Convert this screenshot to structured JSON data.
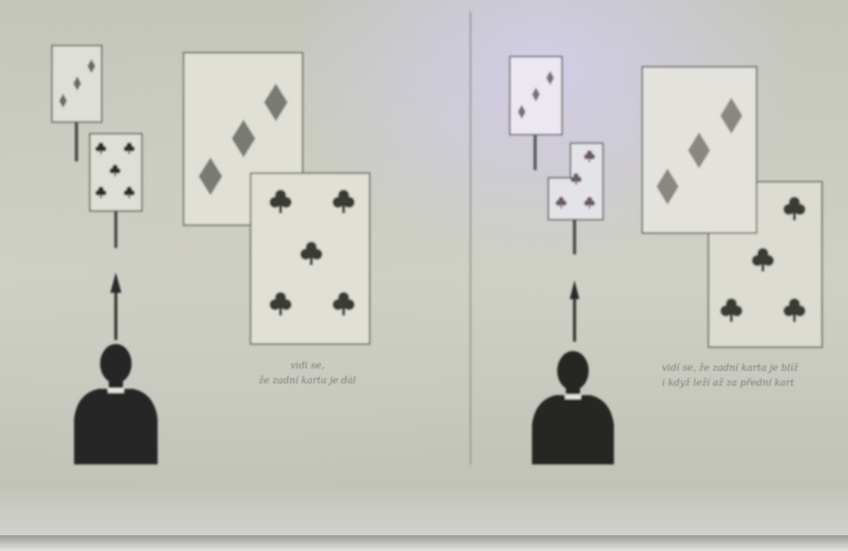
{
  "scene": "photo of a printed book illustration",
  "captions": {
    "left": {
      "line1": "vidi se,",
      "line2": "že zadní karta je dál"
    },
    "right": {
      "line1": "vidí se, že zadní karta je blíž",
      "line2": "i když leží až za přední kart"
    }
  },
  "cards": {
    "left_panel": [
      "three-of-diamonds",
      "five-of-clubs"
    ],
    "right_panel": [
      "three-of-diamonds",
      "five-of-clubs (cut-out)"
    ]
  },
  "colors": {
    "paper": "#c9cbc1",
    "card_face": "#dcdcd2",
    "ink": "#2a2a2a",
    "suit_gray": "#7a7a74",
    "lavender_tint": "#d4cdee"
  }
}
